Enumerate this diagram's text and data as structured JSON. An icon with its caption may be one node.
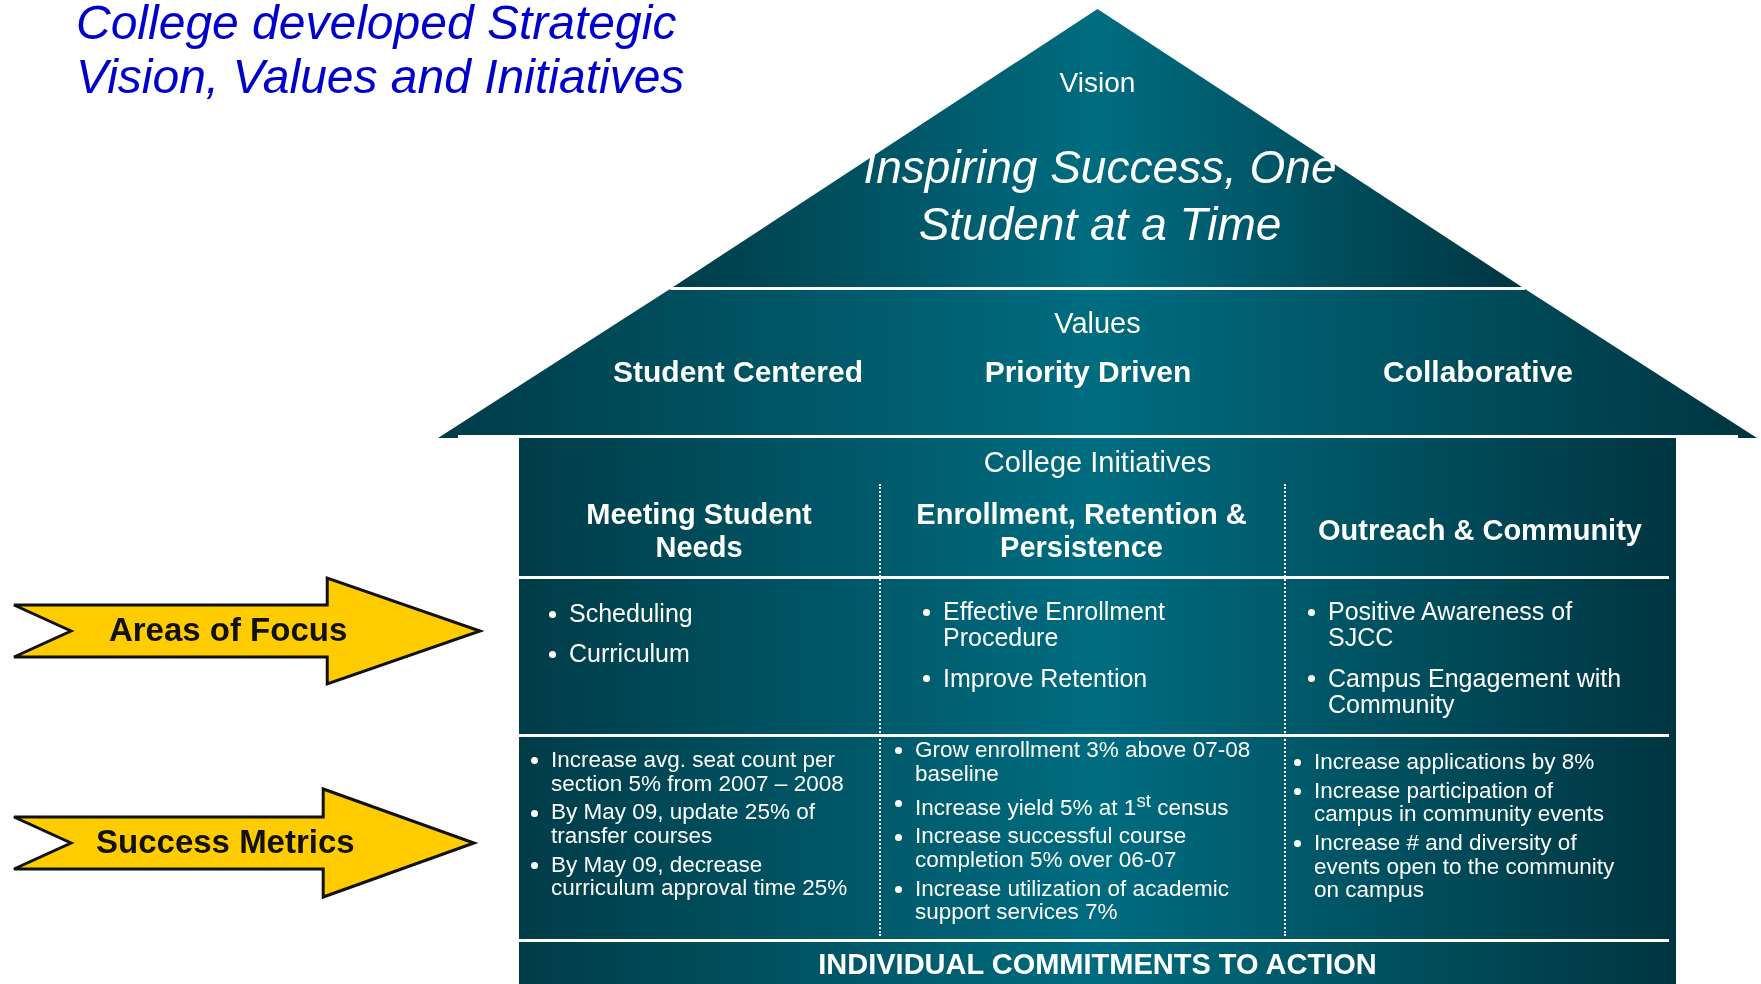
{
  "diagram": {
    "title": "College developed Strategic Vision, Values and Initiatives",
    "nodes": [
      {
        "text": [
          "Vision",
          "Inspiring Success, One Student at a Time"
        ]
      },
      {
        "text": [
          "Values",
          "Student Centered",
          "Priority Driven",
          "Collaborative"
        ]
      },
      {
        "text": [
          "College Initiatives"
        ]
      },
      {
        "text": [
          "Meeting Student Needs"
        ],
        "in": 2
      },
      {
        "text": [
          "Enrollment, Retention & Persistence"
        ],
        "in": 2
      },
      {
        "text": [
          "Outreach & Community"
        ],
        "in": 2
      },
      {
        "text": [
          "Scheduling",
          "Curriculum"
        ],
        "in": 2
      },
      {
        "text": [
          "Effective Enrollment Procedure",
          "Improve Retention"
        ],
        "in": 2
      },
      {
        "text": [
          "Positive Awareness of SJCC",
          "Campus Engagement with Community"
        ],
        "in": 2
      },
      {
        "text": [
          "Increase avg. seat count per section 5% from 2007 – 2008",
          "By May 09, update 25% of transfer courses",
          "By May 09, decrease curriculum approval time 25%"
        ],
        "in": 2
      },
      {
        "text": [
          "Grow enrollment 3% above 07-08 baseline",
          "Increase yield 5% at 1$^{st}$ census",
          "Increase successful course completion 5% over 06-07",
          "Increase utilization of academic support services 7%"
        ],
        "in": 2
      },
      {
        "text": [
          "Increase applications by 8%",
          "Increase participation of campus in community events",
          "Increase # and diversity of events open to the community on campus"
        ],
        "in": 2
      },
      {
        "text": [
          "INDIVIDUAL COMMITMENTS TO ACTION"
        ],
        "in": 2
      },
      {
        "text": [
          "Areas of Focus"
        ]
      },
      {
        "text": [
          "Success Metrics"
        ]
      }
    ],
    "edges": []
  }
}
